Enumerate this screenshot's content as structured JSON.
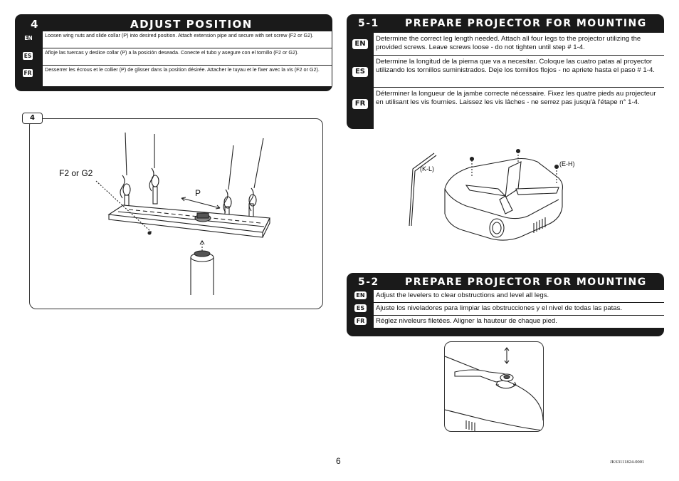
{
  "step4": {
    "number": "4",
    "title": "ADJUST POSITION",
    "rows": [
      {
        "lang": "EN",
        "text": "Loosen wing nuts and slide collar (P) into desired position.  Attach extension pipe and secure with set screw (F2 or G2)."
      },
      {
        "lang": "ES",
        "text": "Afloje las tuercas y deslice collar (P) a la posición deseada. Conecte el tubo y asegure con el tornillo (F2 or G2)."
      },
      {
        "lang": "FR",
        "text": "Desserrer les écrous et le collier (P) de glisser dans la position désirée. Attacher le tuyau et le fixer avec la vis (F2 or G2)."
      }
    ],
    "figure": {
      "tab": "4",
      "label_screw": "F2 or G2",
      "label_collar": "P"
    }
  },
  "step5_1": {
    "number": "5-1",
    "title": "PREPARE PROJECTOR FOR MOUNTING",
    "rows": [
      {
        "lang": "EN",
        "text": "Determine the correct leg length needed.  Attach all four legs to the projector utilizing the provided screws.  Leave screws loose - do not tighten until step # 1-4."
      },
      {
        "lang": "ES",
        "text": "Determine la longitud de la pierna que va a necesitar. Coloque las cuatro patas al proyector utilizando los tornillos suministrados. Deje los tornillos flojos - no apriete hasta el paso # 1-4."
      },
      {
        "lang": "FR",
        "text": "Déterminer la longueur de la jambe correcte nécessaire. Fixez les quatre pieds au projecteur en utilisant les vis fournies. Laissez les vis lâches - ne serrez pas jusqu'à l'étape n° 1-4."
      }
    ],
    "figure": {
      "label_left": "(K-L)",
      "label_right": "(E-H)"
    }
  },
  "step5_2": {
    "number": "5-2",
    "title": "PREPARE PROJECTOR FOR MOUNTING",
    "rows": [
      {
        "lang": "EN",
        "text": "Adjust the levelers to clear obstructions and level all legs."
      },
      {
        "lang": "ES",
        "text": "Ajuste los niveladores para limpiar las obstrucciones y el nivel de todas las patas."
      },
      {
        "lang": "FR",
        "text": "Réglez niveleurs filetées. Aligner la hauteur de chaque pied."
      }
    ]
  },
  "footer": {
    "page_number": "6",
    "doc_code": "JKS3111824-0001"
  },
  "colors": {
    "header_bg": "#1a1a1a",
    "text": "#111111"
  }
}
